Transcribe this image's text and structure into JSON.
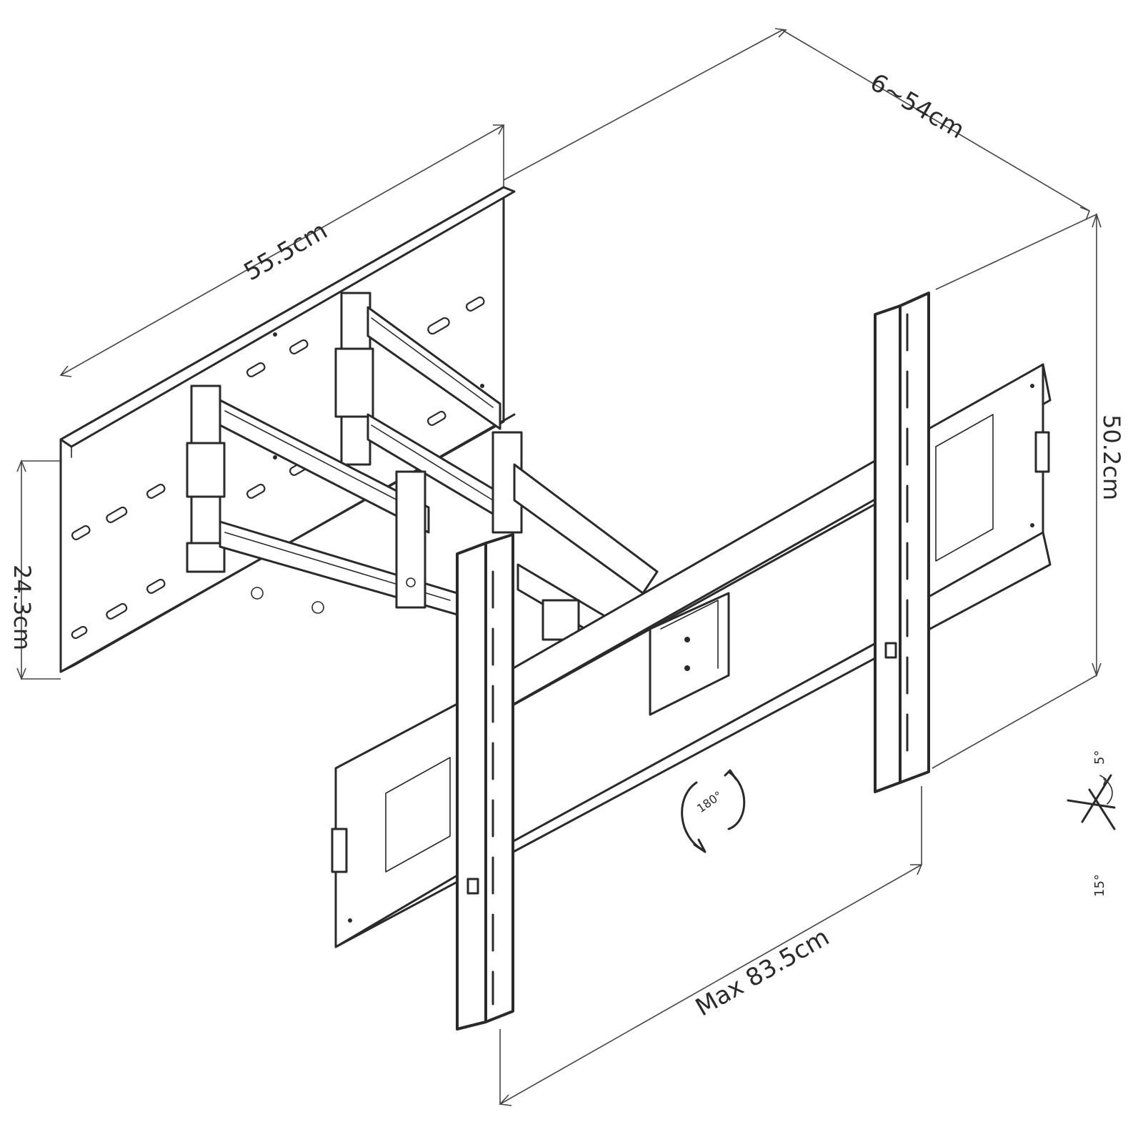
{
  "dimensions": {
    "wall_plate_width": "55.5cm",
    "wall_plate_height": "24.3cm",
    "extension": "6~54cm",
    "tv_bracket_height": "50.2cm",
    "tv_bracket_width": "Max 83.5cm"
  },
  "tilt_indicator": {
    "rotate_angle": "180°",
    "tilt_up": "5°",
    "tilt_down": "15°"
  },
  "colors": {
    "line": "#2a2a2a",
    "background": "#ffffff"
  },
  "icons": [
    "rotation-arrows-icon",
    "tilt-axis-icon"
  ]
}
